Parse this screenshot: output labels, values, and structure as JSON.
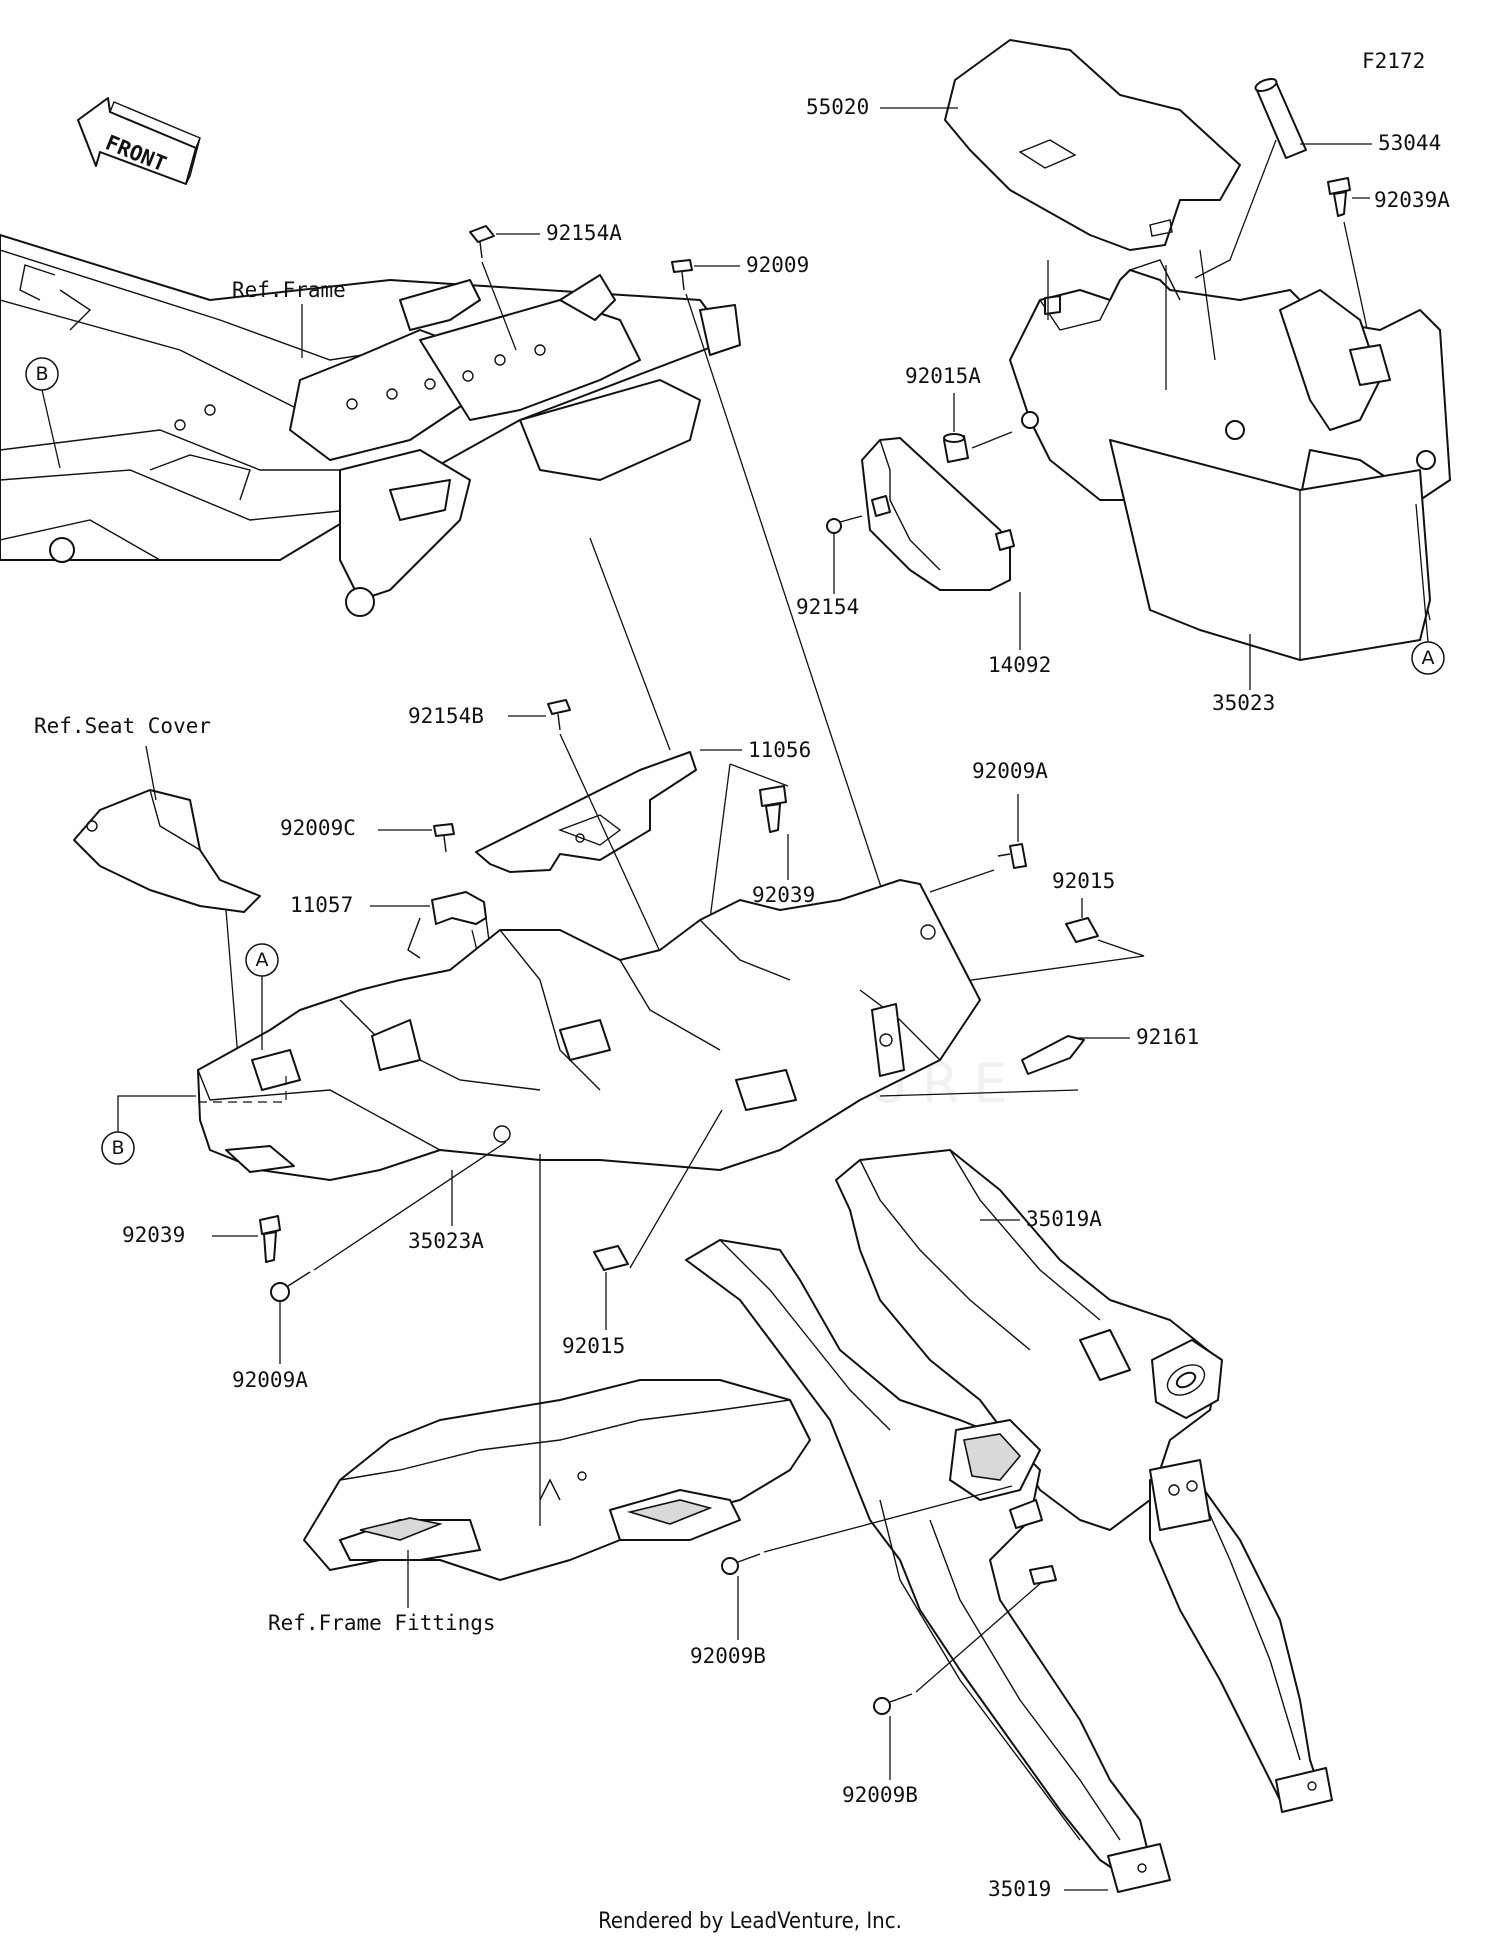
{
  "diagram_code": "F2172",
  "front_label": "FRONT",
  "watermark": "LEADVENTURE",
  "footer": "Rendered by LeadVenture, Inc.",
  "refs": {
    "frame": "Ref.Frame",
    "seat_cover": "Ref.Seat Cover",
    "frame_fittings": "Ref.Frame Fittings"
  },
  "callouts": {
    "a": "A",
    "b": "B"
  },
  "parts": {
    "p55020": "55020",
    "p53044": "53044",
    "p92039A": "92039A",
    "p92154A": "92154A",
    "p92009_top": "92009",
    "p92015A": "92015A",
    "p92154": "92154",
    "p14092": "14092",
    "p35023": "35023",
    "p92154B": "92154B",
    "p11056": "11056",
    "p92009A_right": "92009A",
    "p92009C": "92009C",
    "p92039_mid": "92039",
    "p92015_right": "92015",
    "p11057": "11057",
    "p92161": "92161",
    "p92039_left": "92039",
    "p35023A": "35023A",
    "p35019A": "35019A",
    "p92015_bottom": "92015",
    "p92009A_bottom": "92009A",
    "p92009B_upper": "92009B",
    "p92009B_lower": "92009B",
    "p35019": "35019"
  }
}
